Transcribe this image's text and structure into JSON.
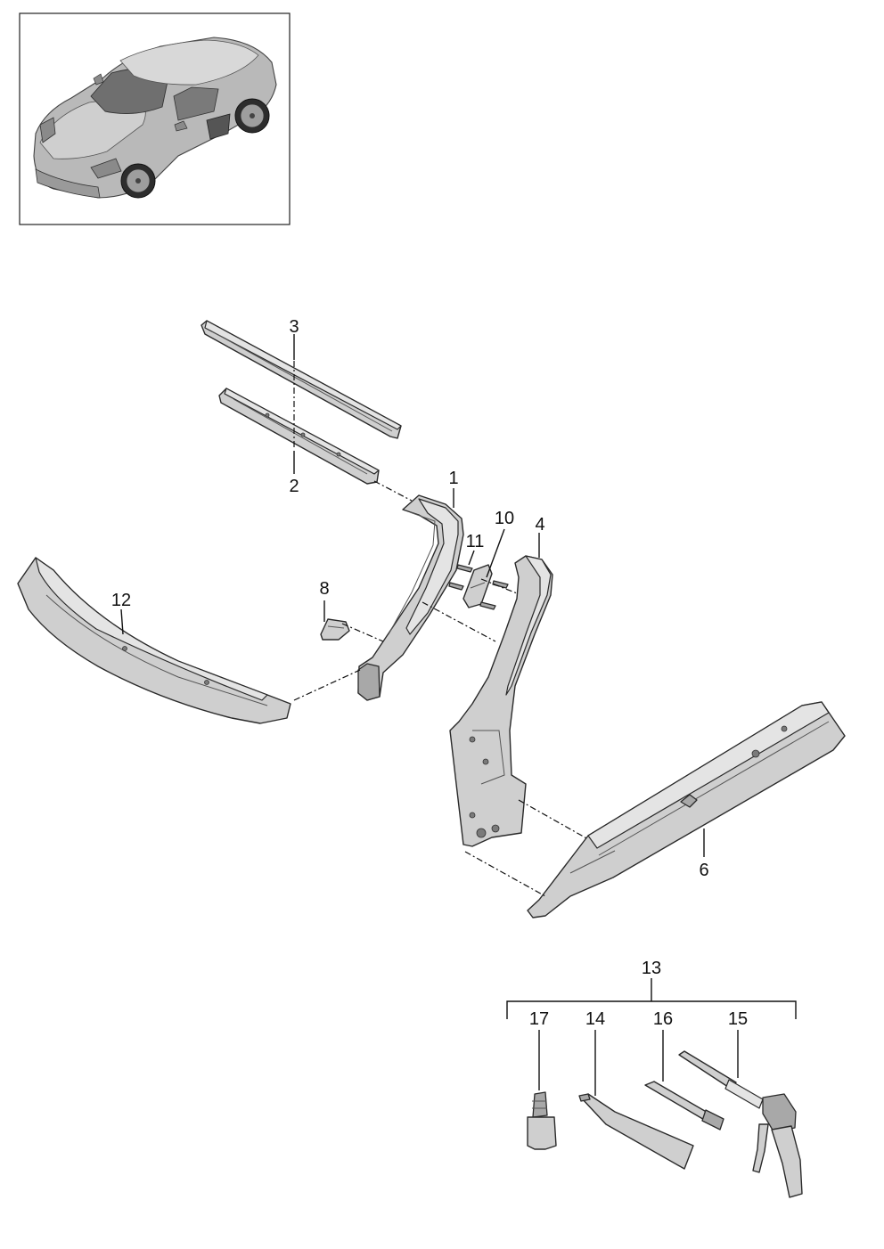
{
  "diagram": {
    "overview": {
      "name": "overview-car-thumbnail"
    },
    "callouts": {
      "c1": "1",
      "c2": "2",
      "c3": "3",
      "c4": "4",
      "c6": "6",
      "c8": "8",
      "c10": "10",
      "c11": "11",
      "c12": "12",
      "c13": "13",
      "c14": "14",
      "c15": "15",
      "c16": "16",
      "c17": "17"
    }
  }
}
